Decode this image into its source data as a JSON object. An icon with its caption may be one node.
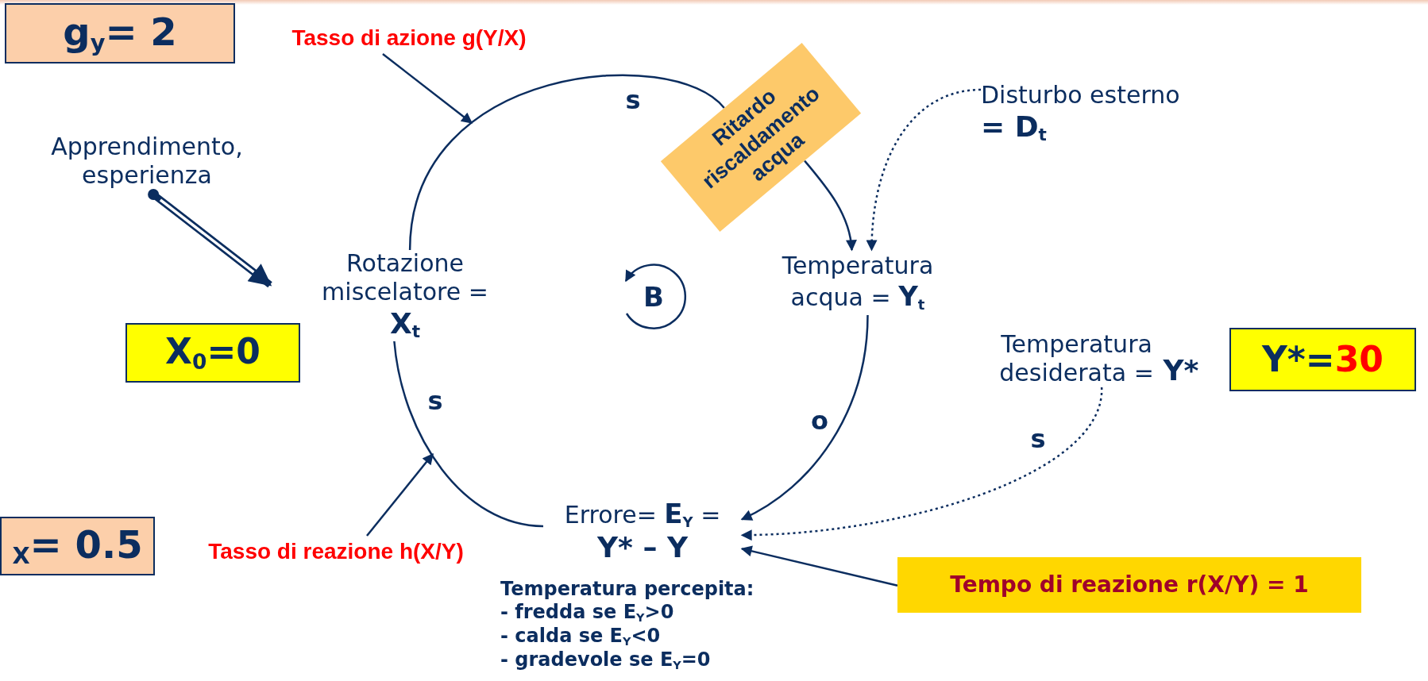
{
  "diagram": {
    "nodes": [
      {
        "text": [
          "g$_{y}$= 2"
        ]
      },
      {
        "text": [
          "Tasso di azione g(Y/X)"
        ]
      },
      {
        "text": [
          "Ritardo riscaldamento acqua"
        ]
      },
      {
        "text": [
          "Disturbo esterno",
          "= D$_{t}$"
        ]
      },
      {
        "text": [
          "Apprendimento, esperienza"
        ]
      },
      {
        "text": [
          "Rotazione miscelatore =",
          "X$_{t}$"
        ]
      },
      {
        "text": [
          "Temperatura acqua = **Y**$_{t}$"
        ]
      },
      {
        "text": [
          "X$_{0}$=0"
        ]
      },
      {
        "text": [
          "Temperatura desiderata =",
          "Y*"
        ]
      },
      {
        "text": [
          "Y*=",
          "30"
        ]
      },
      {
        "text": [
          "$_{X}$= 0.5"
        ]
      },
      {
        "text": [
          "Tasso di reazione h(X/Y)"
        ]
      },
      {
        "text": [
          "Errore= **E**$_{Y}$ =",
          "Y* – Y"
        ],
        "beside": [
          "Temperatura percepita:",
          "- fredda se E$_{Y}$>0",
          "- calda se E$_{Y}$<0",
          "- gradevole se E$_{Y}$=0"
        ]
      },
      {
        "text": [
          "Tempo di reazione r(X/Y) = 1"
        ]
      }
    ],
    "edges": [
      {
        "from": 5,
        "to": 2,
        "arrow": "none",
        "label": "s"
      },
      {
        "from": 2,
        "to": 6,
        "arrow": "to"
      },
      {
        "from": 6,
        "to": 12,
        "arrow": "to",
        "label": "o"
      },
      {
        "from": 12,
        "to": 5,
        "arrow": "none",
        "label": "s"
      },
      {
        "from": 3,
        "to": 6,
        "arrow": "to",
        "style": "dashed"
      },
      {
        "from": 8,
        "to": 12,
        "arrow": "to",
        "style": "dashed",
        "label": "s"
      },
      {
        "from": 4,
        "to": 5,
        "arrow": "to",
        "style": "thick"
      },
      {
        "from": 1,
        "to": null,
        "arrow": "to"
      },
      {
        "from": 11,
        "to": null,
        "arrow": "to"
      },
      {
        "from": 13,
        "to": 12,
        "arrow": "to"
      }
    ],
    "labels": [
      "B"
    ]
  }
}
